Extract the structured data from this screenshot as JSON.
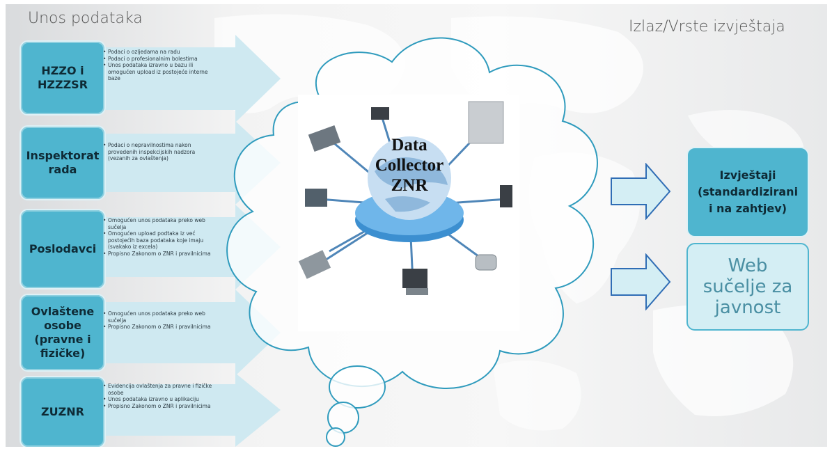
{
  "headings": {
    "input": "Unos podataka",
    "output": "Izlaz/Vrste izvještaja"
  },
  "sources": [
    {
      "name": "HZZO i\nHZZZSR",
      "bullets": [
        "Podaci o ozljedama na radu",
        "Podaci o profesionalnim bolestima",
        "Unos podataka izravno u bazu ili omogućen upload iz postojeće interne baze"
      ]
    },
    {
      "name": "Inspektorat\nrada",
      "bullets": [
        "Podaci o nepravilnostima nakon provedenih inspekcijskih nadzora (vezanih za ovlaštenja)"
      ]
    },
    {
      "name": "Poslodavci",
      "bullets": [
        "Omogućen unos podataka preko web sučelja",
        "Omogućen upload podtaka iz već postojećih baza podataka koje imaju (svakako iz excela)",
        "Propisno Zakonom o ZNR i pravilnicima"
      ]
    },
    {
      "name": "Ovlaštene\nosobe\n(pravne i\nfizičke)",
      "bullets": [
        "Omogućen unos podataka preko web sučelja",
        "Propisno Zakonom o ZNR i pravilnicima"
      ]
    },
    {
      "name": "ZUZNR",
      "bullets": [
        "Evidencija ovlaštenja za pravne i fizičke osobe",
        "Unos podataka izravno u aplikaciju",
        "Propisno Zakonom o ZNR i pravilnicima"
      ]
    }
  ],
  "center": {
    "label": "Data\nCollector\nZNR"
  },
  "outputs": [
    {
      "label": "Izvještaji\n(standardizirani\ni na zahtjev)"
    },
    {
      "label": "Web\nsučelje za\njavnost"
    }
  ],
  "colors": {
    "box_fill": "#4fb5cf",
    "arrow_fill": "#cfe9f1",
    "cloud_stroke": "#2f9bbd",
    "output_arrow_stroke": "#2f6db5"
  }
}
